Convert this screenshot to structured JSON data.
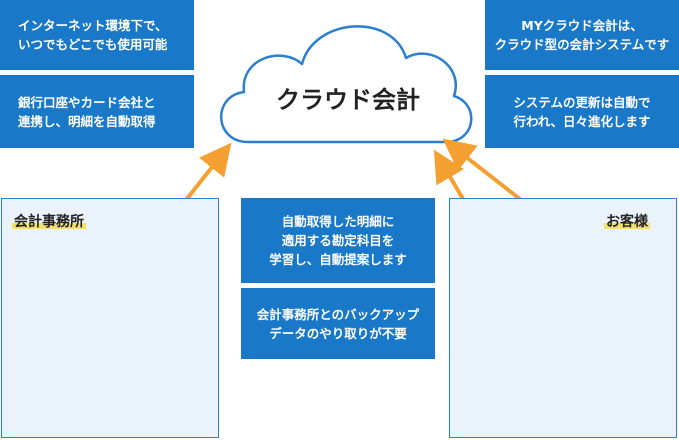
{
  "left_notes": [
    {
      "lines": [
        "インターネット環境下で、",
        "いつでもどこでも使用可能"
      ]
    },
    {
      "lines": [
        "銀行口座やカード会社と",
        "連携し、明細を自動取得"
      ]
    }
  ],
  "right_notes": [
    {
      "lines": [
        "MYクラウド会計は、",
        "クラウド型の会計システムです"
      ]
    },
    {
      "lines": [
        "システムの更新は自動で",
        "行われ、日々進化します"
      ]
    }
  ],
  "center_notes": [
    {
      "lines": [
        "自動取得した明細に",
        "適用する勘定科目を",
        "学習し、自動提案します"
      ]
    },
    {
      "lines": [
        "会計事務所とのバックアップ",
        "データのやり取りが不要"
      ]
    }
  ],
  "cloud": {
    "label": "クラウド会計"
  },
  "panels": {
    "left": "会計事務所",
    "right": "お客様"
  },
  "colors": {
    "box": "#1a78c8",
    "panel": "#eaf2fb",
    "arrow": "#f4a030",
    "device": "#333333",
    "highlight": "#f2e06a"
  }
}
